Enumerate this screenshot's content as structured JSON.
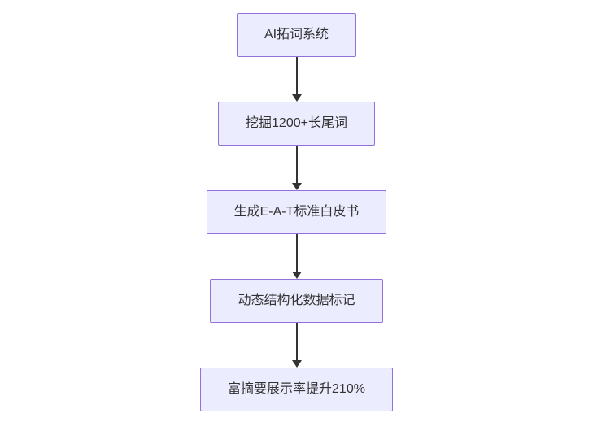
{
  "diagram": {
    "type": "flowchart-vertical",
    "nodes": [
      {
        "id": "n1",
        "label": "AI拓词系统"
      },
      {
        "id": "n2",
        "label": "挖掘1200+长尾词"
      },
      {
        "id": "n3",
        "label": "生成E-A-T标准白皮书"
      },
      {
        "id": "n4",
        "label": "动态结构化数据标记"
      },
      {
        "id": "n5",
        "label": "富摘要展示率提升210%"
      }
    ],
    "edges": [
      {
        "from": "n1",
        "to": "n2",
        "arrow": "down"
      },
      {
        "from": "n2",
        "to": "n3",
        "arrow": "down"
      },
      {
        "from": "n3",
        "to": "n4",
        "arrow": "down"
      },
      {
        "from": "n4",
        "to": "n5",
        "arrow": "down"
      }
    ]
  },
  "style": {
    "background": "#ffffff",
    "node_fill": "#ECECFF",
    "node_border": "#9370DB",
    "node_text": "#333333",
    "arrow_color": "#333333"
  }
}
